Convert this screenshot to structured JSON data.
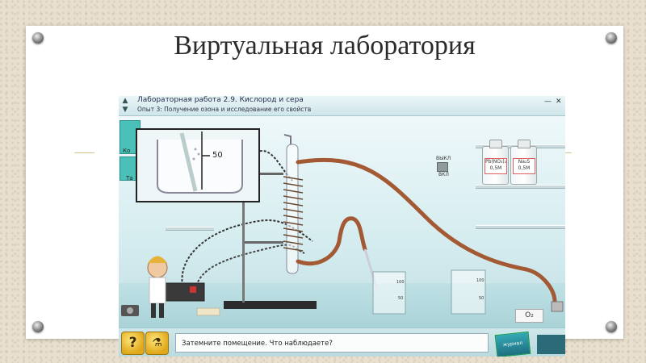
{
  "slide": {
    "title": "Виртуальная лаборатория"
  },
  "app": {
    "title": "Лабораторная работа 2.9. Кислород и сера",
    "subtitle": "Опыт 3: Получение озона и исследование его свойств",
    "window_buttons": {
      "minimize": "—",
      "close": "✕"
    }
  },
  "sidebar": {
    "items": [
      {
        "label": "Ко"
      },
      {
        "label": "Та"
      }
    ]
  },
  "inset": {
    "scale_label": "50"
  },
  "reagents": [
    {
      "label": "Pb(NO₃)₂ 0,5М"
    },
    {
      "label": "Na₂S 0,5М"
    }
  ],
  "switch": {
    "off_label": "ВЫКЛ",
    "on_label": "ВКЛ"
  },
  "beakers": [
    {
      "marks": [
        "100",
        "50"
      ]
    },
    {
      "marks": [
        "100",
        "50"
      ]
    }
  ],
  "gas_sign": "O₂",
  "bottom": {
    "help_label": "?",
    "message": "Затемните помещение. Что наблюдаете?",
    "journal_label": "журнал"
  },
  "icons": {
    "header": [
      "arrow-up-icon",
      "arrow-down-icon"
    ],
    "help": "question-icon",
    "tools": "tools-icon",
    "camera": "camera-icon"
  },
  "colors": {
    "accent": "#4bc0b8",
    "tube": "#a35a34",
    "background": "#d8eef1"
  }
}
